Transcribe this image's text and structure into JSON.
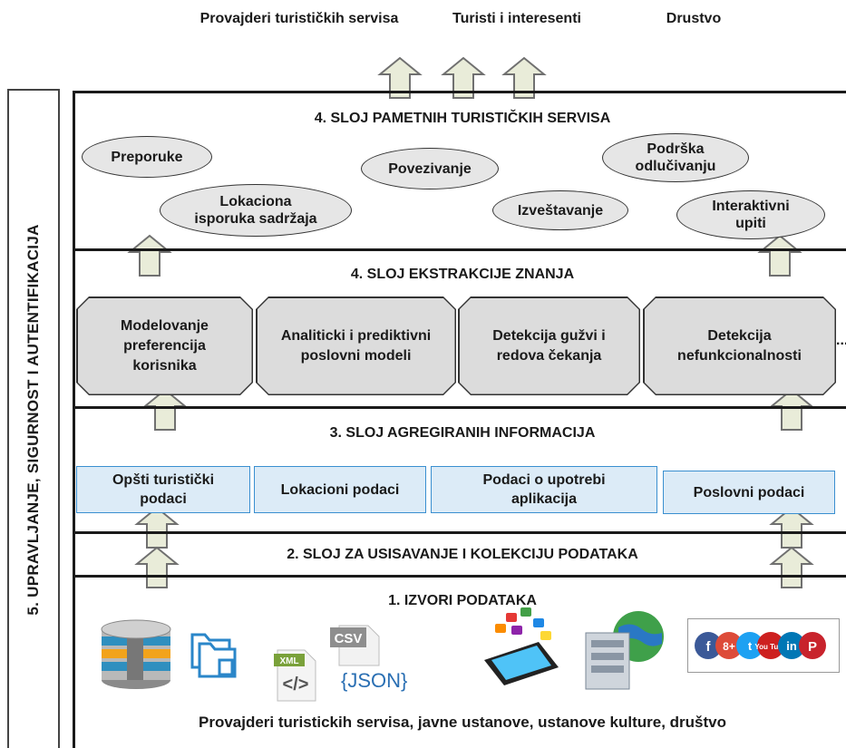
{
  "top_labels": {
    "providers": "Provajderi turističkih servisa",
    "tourists": "Turisti i interesenti",
    "society": "Drustvo"
  },
  "side_label": "5. UPRAVLJANJE, SIGURNOST I AUTENTIFIKACIJA",
  "layer4_smart": {
    "title": "4. SLOJ PAMETNIH TURISTIČKIH SERVISA",
    "services": [
      "Preporuke",
      "Povezivanje",
      "Podrška odlučivanju",
      "Lokaciona isporuka sadržaja",
      "Izveštavanje",
      "Interaktivni upiti"
    ]
  },
  "layer4_knowledge": {
    "title": "4. SLOJ EKSTRAKCIJE ZNANJA",
    "modules": [
      "Modelovanje preferencija korisnika",
      "Analiticki i prediktivni poslovni modeli",
      "Detekcija gužvi i redova čekanja",
      "Detekcija nefunkcionalnosti"
    ],
    "ellipsis": "..."
  },
  "layer3": {
    "title": "3. SLOJ AGREGIRANIH INFORMACIJA",
    "boxes": [
      "Opšti turistički podaci",
      "Lokacioni podaci",
      "Podaci o upotrebi aplikacija",
      "Poslovni podaci"
    ]
  },
  "layer2": {
    "title": "2. SLOJ ZA USISAVANJE I KOLEKCIJU PODATAKA"
  },
  "layer1": {
    "title": "1. IZVORI PODATAKA",
    "icon_labels": {
      "xml": "XML",
      "xml_code": "</>",
      "csv": "CSV",
      "json": "{JSON}"
    },
    "social_labels": [
      "f",
      "8+",
      "t",
      "You Tube",
      "in",
      "P"
    ],
    "footer": "Provajderi turistickih servisa, javne ustanove, ustanove kulture, društvo"
  },
  "colors": {
    "arrow_fill": "#e9ecd9",
    "arrow_stroke": "#707070",
    "ellipse_fill": "#e6e6e6",
    "infobox_fill": "#dcebf7",
    "infobox_border": "#3a8fd0"
  }
}
